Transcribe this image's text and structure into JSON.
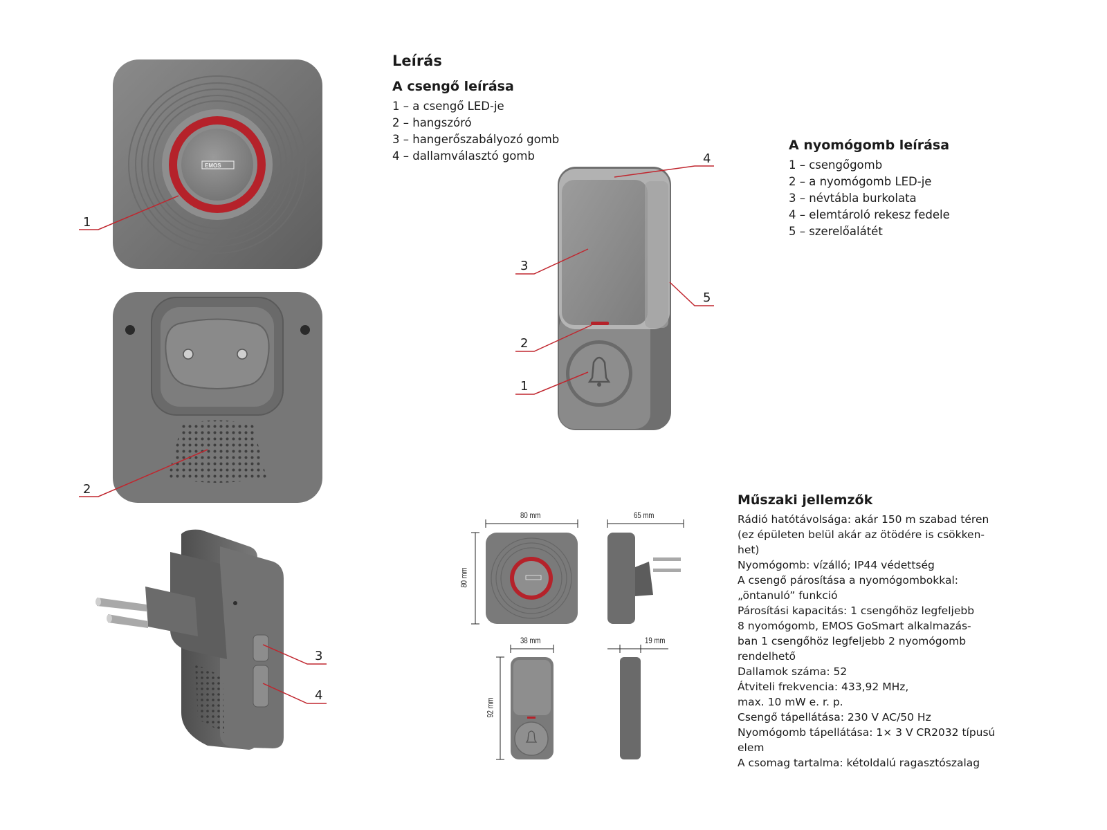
{
  "description": {
    "title": "Leírás",
    "bell": {
      "heading": "A csengő leírása",
      "items": [
        "1 – a csengő LED-je",
        "2 – hangszóró",
        "3 – hangerőszabályozó gomb",
        "4 – dallamválasztó gomb"
      ]
    },
    "button": {
      "heading": "A nyomógomb leírása",
      "items": [
        "1 – csengőgomb",
        "2 – a nyomógomb LED-je",
        "3 – névtábla burkolata",
        "4 – elemtároló rekesz fedele",
        "5 – szerelőalátét"
      ]
    }
  },
  "specs": {
    "heading": "Műszaki jellemzők",
    "lines": [
      {
        "text": "Rádió hatótávolsága: akár 150 m szabad téren",
        "indent": false
      },
      {
        "text": "(ez épületen belül akár az ötödére is csökken-",
        "indent": true
      },
      {
        "text": "het)",
        "indent": true
      },
      {
        "text": "Nyomógomb: vízálló; IP44 védettség",
        "indent": false
      },
      {
        "text": "A csengő párosítása a nyomógombokkal:",
        "indent": false
      },
      {
        "text": "„öntanuló” funkció",
        "indent": true
      },
      {
        "text": "Párosítási kapacitás: 1 csengőhöz legfeljebb",
        "indent": false
      },
      {
        "text": "8 nyomógomb, EMOS GoSmart alkalmazás-",
        "indent": true
      },
      {
        "text": "ban 1 csengőhöz legfeljebb 2 nyomógomb",
        "indent": true
      },
      {
        "text": "rendelhető",
        "indent": true
      },
      {
        "text": "Dallamok száma: 52",
        "indent": false
      },
      {
        "text": "Átviteli frekvencia: 433,92 MHz,",
        "indent": false
      },
      {
        "text": "max. 10 mW e. r. p.",
        "indent": true
      },
      {
        "text": "Csengő tápellátása: 230 V AC/50 Hz",
        "indent": false
      },
      {
        "text": "Nyomógomb tápellátása: 1× 3 V CR2032 típusú",
        "indent": false
      },
      {
        "text": "elem",
        "indent": true
      },
      {
        "text": "A csomag tartalma: kétoldalú ragasztószalag",
        "indent": false
      }
    ]
  },
  "callouts": {
    "bell_front": "1",
    "bell_back": "2",
    "bell_side_volume": "3",
    "bell_side_melody": "4",
    "button_bell": "1",
    "button_led": "2",
    "button_nameplate": "3",
    "button_battery_cover": "4",
    "button_mount": "5"
  },
  "brand_logo": "EMOS",
  "dimensions": {
    "bell_width": "80 mm",
    "bell_depth": "65 mm",
    "bell_height": "80 mm",
    "button_width": "38 mm",
    "button_depth": "19 mm",
    "button_height": "92 mm"
  },
  "colors": {
    "accent_red": "#b5222a",
    "device_grey": "#7a7a7a",
    "callout_line": "#c0262e"
  }
}
